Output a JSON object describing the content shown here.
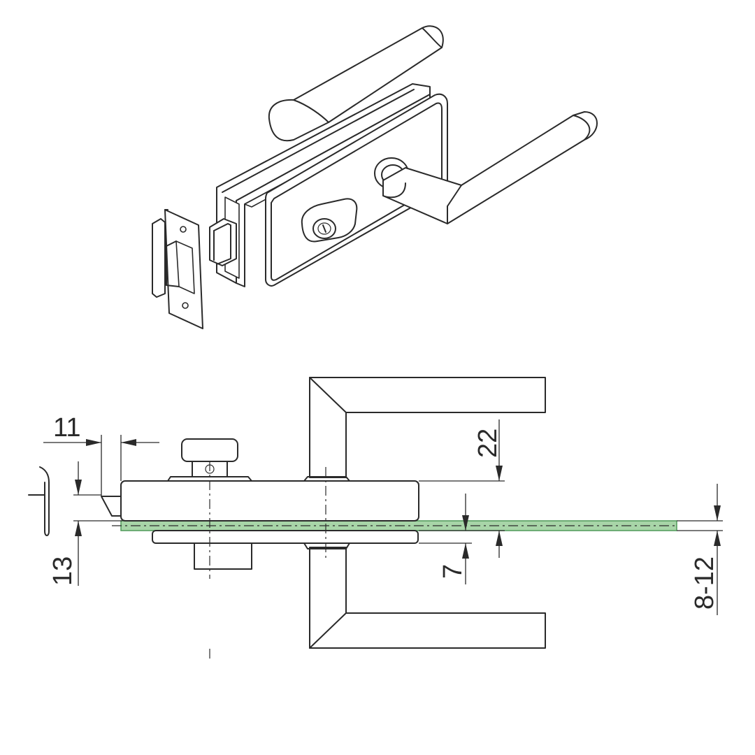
{
  "colors": {
    "line": "#2a2a2a",
    "glass_fill": "#a8d5a8",
    "glass_stroke": "#4f9a58",
    "background": "#ffffff"
  },
  "dimensions": {
    "d11": "11",
    "d13": "13",
    "d22": "22",
    "d7": "7",
    "d8_12": "8-12"
  }
}
